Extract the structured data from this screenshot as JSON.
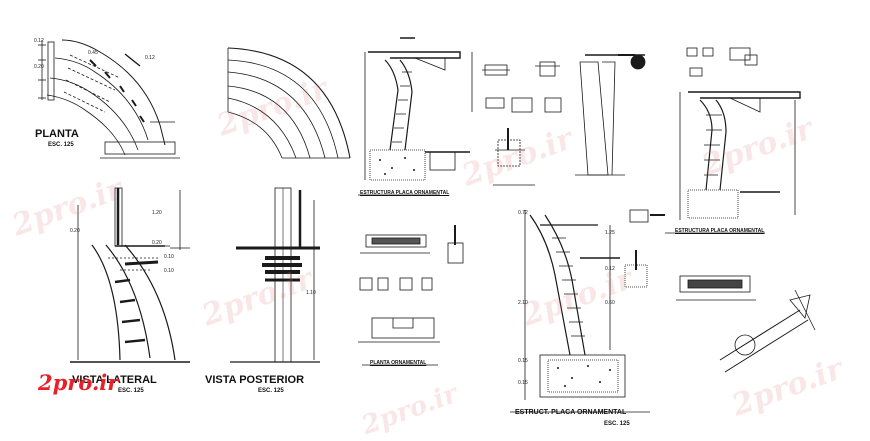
{
  "views": {
    "planta": {
      "title": "PLANTA",
      "scale": "ESC. 125"
    },
    "vista_lateral": {
      "title": "VISTA LATERAL",
      "scale": "ESC. 125"
    },
    "vista_posterior": {
      "title": "VISTA POSTERIOR",
      "scale": "ESC. 125"
    },
    "estructura_placa": {
      "title": "ESTRUCTURA PLACA ORNAMENTAL"
    },
    "estructura_placa_2": {
      "title": "ESTRUCTURA PLACA ORNAMENTAL"
    },
    "placa_ornamental": {
      "title": "PLANTA ORNAMENTAL"
    },
    "estruct_placa": {
      "title": "ESTRUCT. PLACA ORNAMENTAL",
      "scale": "ESC. 125"
    }
  },
  "dimensions": [
    "0.12",
    "0.20",
    "0.45",
    "0.12",
    "0.20",
    "1.20",
    "0.20",
    "0.10",
    "0.10",
    "1.10",
    "0.72",
    "1.25",
    "2.10",
    "0.60",
    "0.15",
    "0.15",
    "0.12"
  ],
  "watermark": {
    "text": "2pro.ir"
  },
  "logo": {
    "text": "2pro.ir"
  },
  "colors": {
    "lines": "#1a1a1a",
    "watermark": "#e5a0a0",
    "logo": "#e8202a"
  }
}
